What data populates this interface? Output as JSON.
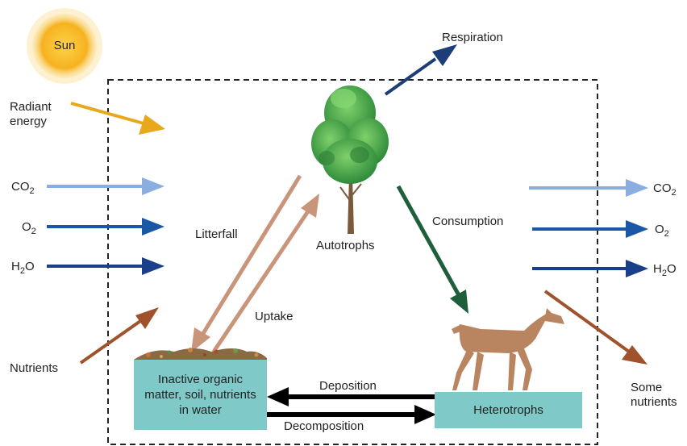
{
  "sun": {
    "label": "Sun"
  },
  "inputs": {
    "radiant_energy": "Radiant energy",
    "co2": {
      "base": "CO",
      "sub": "2"
    },
    "o2": {
      "base": "O",
      "sub": "2"
    },
    "h2o": {
      "pre": "H",
      "sub": "2",
      "post": "O"
    },
    "nutrients": "Nutrients"
  },
  "outputs": {
    "respiration": "Respiration",
    "co2": {
      "base": "CO",
      "sub": "2"
    },
    "o2": {
      "base": "O",
      "sub": "2"
    },
    "h2o": {
      "pre": "H",
      "sub": "2",
      "post": "O"
    },
    "some_nutrients": "Some nutrients"
  },
  "nodes": {
    "autotrophs": "Autotrophs",
    "heterotrophs": "Heterotrophs",
    "inactive_pool": "Inactive organic matter, soil, nutrients in water"
  },
  "flows": {
    "litterfall": "Litterfall",
    "uptake": "Uptake",
    "consumption": "Consumption",
    "deposition": "Deposition",
    "decomposition": "Decomposition"
  },
  "colors": {
    "energy": "#e8a81c",
    "co2": "#8aaee0",
    "o2": "#1a57a6",
    "h2o": "#1a3f8a",
    "nutrient": "#a0522d",
    "litter": "#c8957a",
    "consumption": "#1e5e3a",
    "respiration": "#1c3d78",
    "exchange": "#000000",
    "pool_box": "#7fc9c9"
  }
}
